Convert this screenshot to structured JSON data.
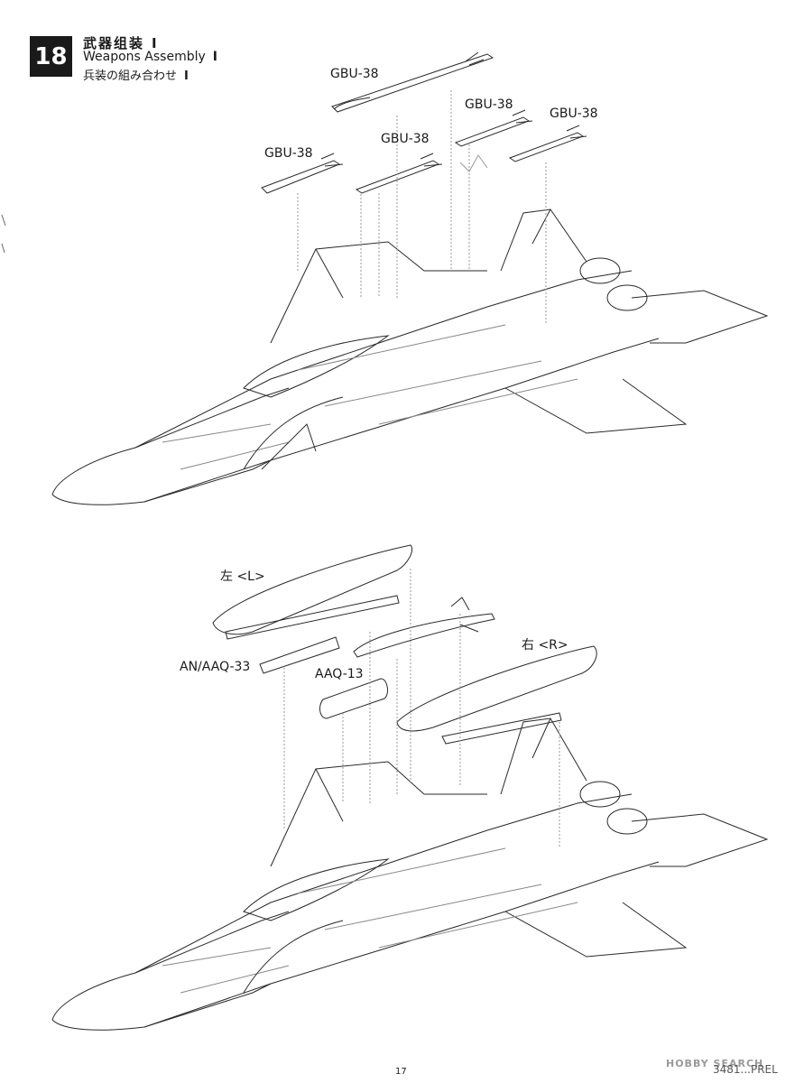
{
  "step": {
    "number": "18",
    "title_cn": "武器组装",
    "title_en": "Weapons Assembly",
    "title_jp": "兵装の組み合わせ",
    "title_marker": "I"
  },
  "callouts": {
    "gbu_1": "GBU-38",
    "gbu_2": "GBU-38",
    "gbu_3": "GBU-38",
    "gbu_4": "GBU-38",
    "gbu_5": "GBU-38",
    "left_tank": "左 <L>",
    "right_tank": "右 <R>",
    "aaq33": "AN/AAQ-33",
    "aaq13": "AAQ-13"
  },
  "footer": {
    "page_number": "17",
    "code": "3481...PREL",
    "watermark": "HOBBY SEARCH"
  }
}
